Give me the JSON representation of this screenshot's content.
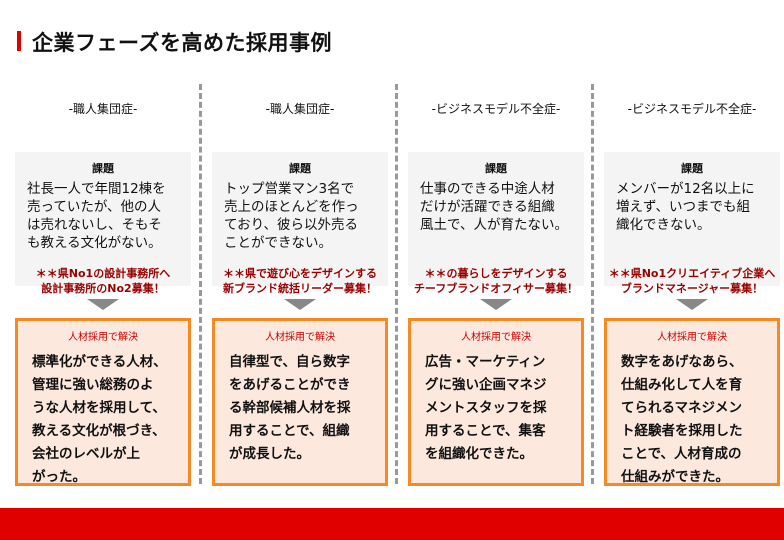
{
  "title": "企業フェーズを高めた採用事例",
  "issue_heading": "課題",
  "solve_heading": "人材採用で解決",
  "cases": [
    {
      "type": "-職人集団症-",
      "issue": [
        "社長一人で年間12棟を",
        "売っていたが、他の人",
        "は売れないし、そもそ",
        "も教える文化がない。"
      ],
      "recruit": [
        "＊＊県No1の設計事務所へ",
        "設計事務所のNo2募集！"
      ],
      "solution": [
        "標準化ができる人材、",
        "管理に強い総務のよ",
        "うな人材を採用して、",
        "教える文化が根づき、",
        "会社のレベルが上",
        "がった。"
      ]
    },
    {
      "type": "-職人集団症-",
      "issue": [
        "トップ営業マン3名で",
        "売上のほとんどを作っ",
        "ており、彼ら以外売る",
        "ことができない。"
      ],
      "recruit": [
        "＊＊県で遊び心をデザインする",
        "新ブランド統括リーダー募集！"
      ],
      "solution": [
        "自律型で、自ら数字",
        "をあげることができ",
        "る幹部候補人材を採",
        "用することで、組織",
        "が成長した。"
      ]
    },
    {
      "type": "-ビジネスモデル不全症-",
      "issue": [
        "仕事のできる中途人材",
        "だけが活躍できる組織",
        "風土で、人が育たない。"
      ],
      "recruit": [
        "＊＊の暮らしをデザインする",
        "チーフブランドオフィサー募集！"
      ],
      "solution": [
        "広告・マーケティン",
        "グに強い企画マネジ",
        "メントスタッフを採",
        "用することで、集客",
        "を組織化できた。"
      ]
    },
    {
      "type": "-ビジネスモデル不全症-",
      "issue": [
        "メンバーが12名以上に",
        "増えず、いつまでも組",
        "織化できない。"
      ],
      "recruit": [
        "＊＊県No1クリエイティブ企業へ",
        "ブランドマネージャー募集！"
      ],
      "solution": [
        "数字をあげなあら、",
        "仕組み化して人を育",
        "てられるマネジメン",
        "ト経験者を採用した",
        "ことで、人材育成の",
        "仕組みができた。"
      ]
    }
  ]
}
